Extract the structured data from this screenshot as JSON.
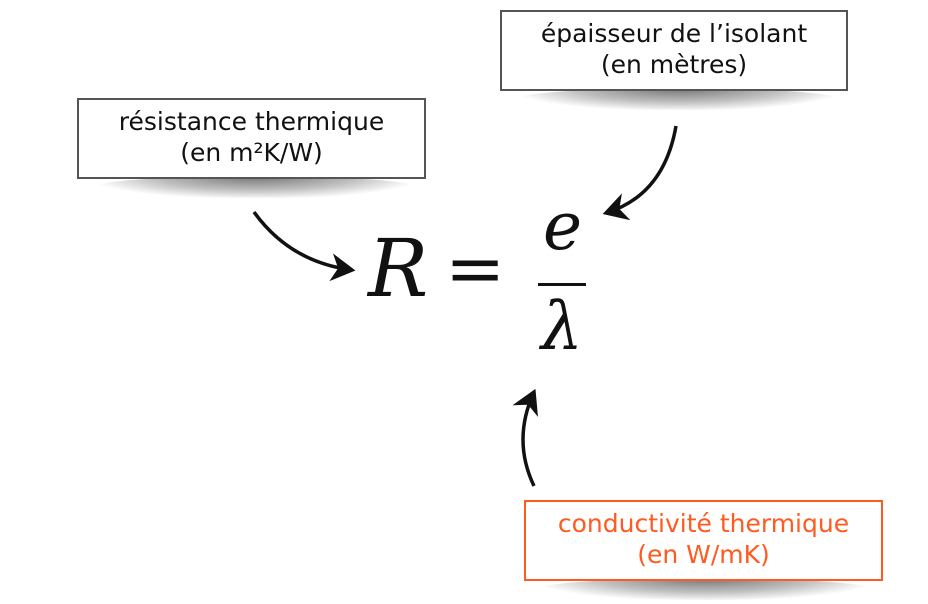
{
  "formula": {
    "lhs": "R",
    "equals": "=",
    "numerator": "e",
    "denominator": "λ"
  },
  "labels": {
    "resistance": {
      "line1": "résistance thermique",
      "line2": "(en m²K/W)"
    },
    "thickness": {
      "line1": "épaisseur de l’isolant",
      "line2": "(en mètres)"
    },
    "conductivity": {
      "line1": "conductivité thermique",
      "line2": "(en W/mK)"
    }
  },
  "colors": {
    "accent": "#ff5a1f",
    "text": "#111111",
    "border": "#555555"
  }
}
